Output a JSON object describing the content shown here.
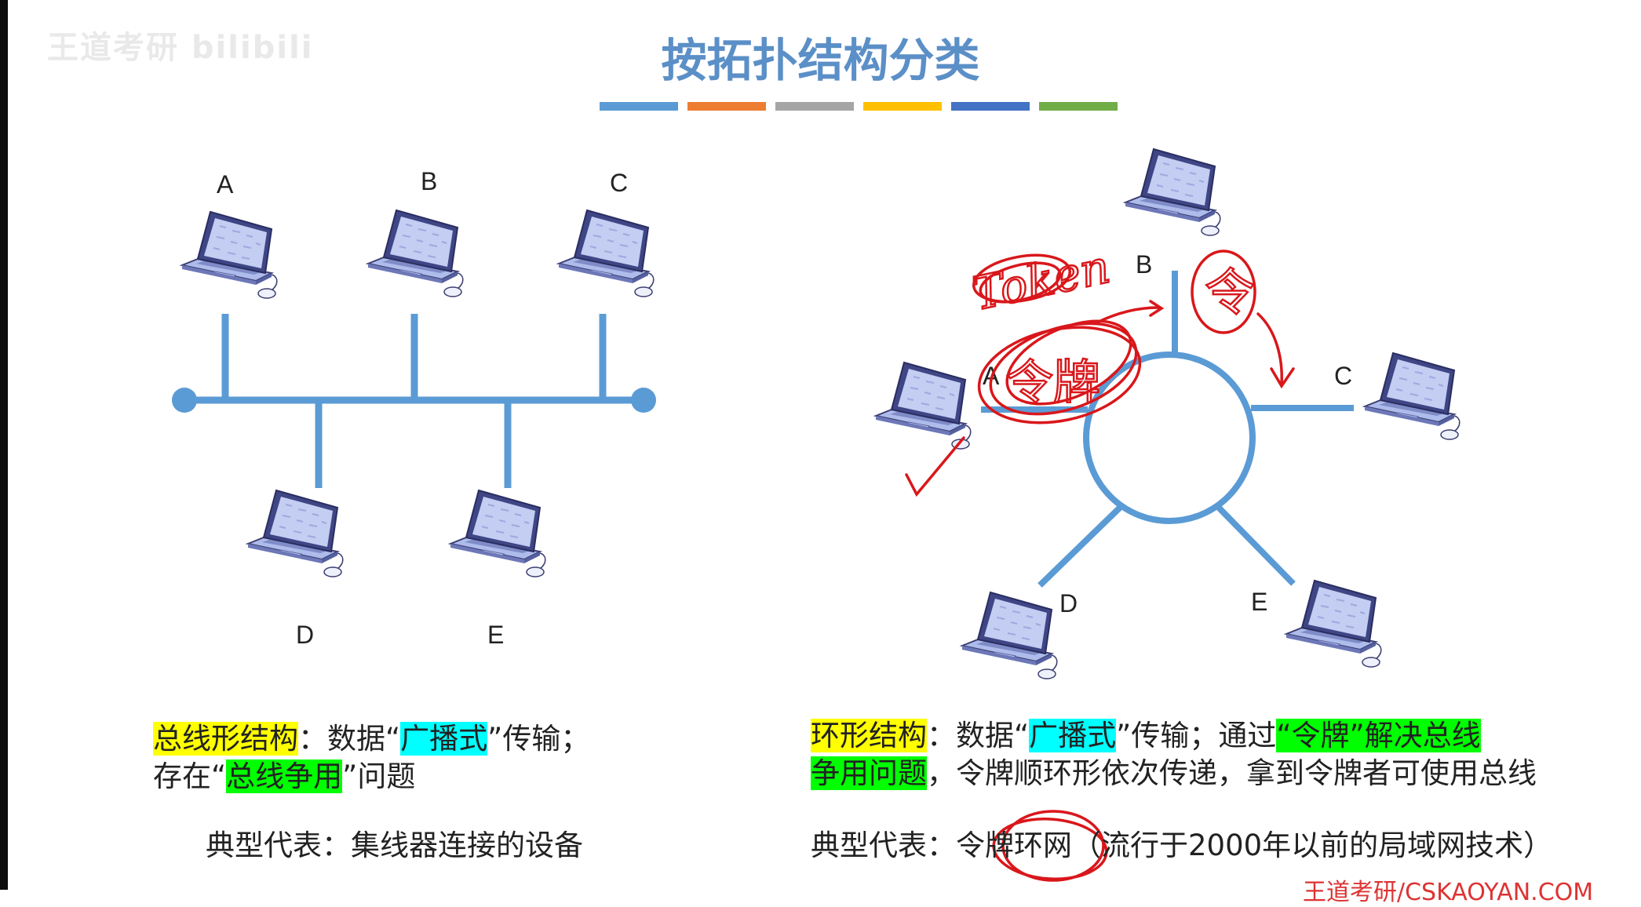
{
  "watermark": "王道考研 bilibili",
  "title": "按拓扑结构分类",
  "title_bar_colors": [
    "#5b9bd5",
    "#ed7d31",
    "#a5a5a5",
    "#ffc000",
    "#4472c4",
    "#70ad47"
  ],
  "bus": {
    "labels": [
      "A",
      "B",
      "C",
      "D",
      "E"
    ],
    "desc_line1": {
      "term": "总线形结构",
      "t1": "：数据“",
      "k1": "广播式",
      "t2": "”传输；"
    },
    "desc_line2": {
      "t1": "存在“",
      "k1": "总线争用",
      "t2": "”问题"
    },
    "representative": "典型代表：集线器连接的设备"
  },
  "ring": {
    "labels": [
      "A",
      "B",
      "C",
      "D",
      "E"
    ],
    "desc_line1": {
      "term": "环形结构",
      "t1": "：数据“",
      "k1": "广播式",
      "t2": "”传输；通过",
      "k2": "“令牌”解决总线"
    },
    "desc_line2": {
      "k1": "争用问题",
      "t1": "，令牌顺环形依次传递，拿到令牌者可使用总线"
    },
    "rep_prefix": "典型代表：",
    "rep_name": "令牌环网",
    "rep_note": "（流行于2000年以前的局域网技术）"
  },
  "annotations": {
    "token_word": "Token",
    "token_cn": "令牌",
    "ling": "令"
  },
  "footer_fragment": "王道考研/CSKAOYAN.COM"
}
